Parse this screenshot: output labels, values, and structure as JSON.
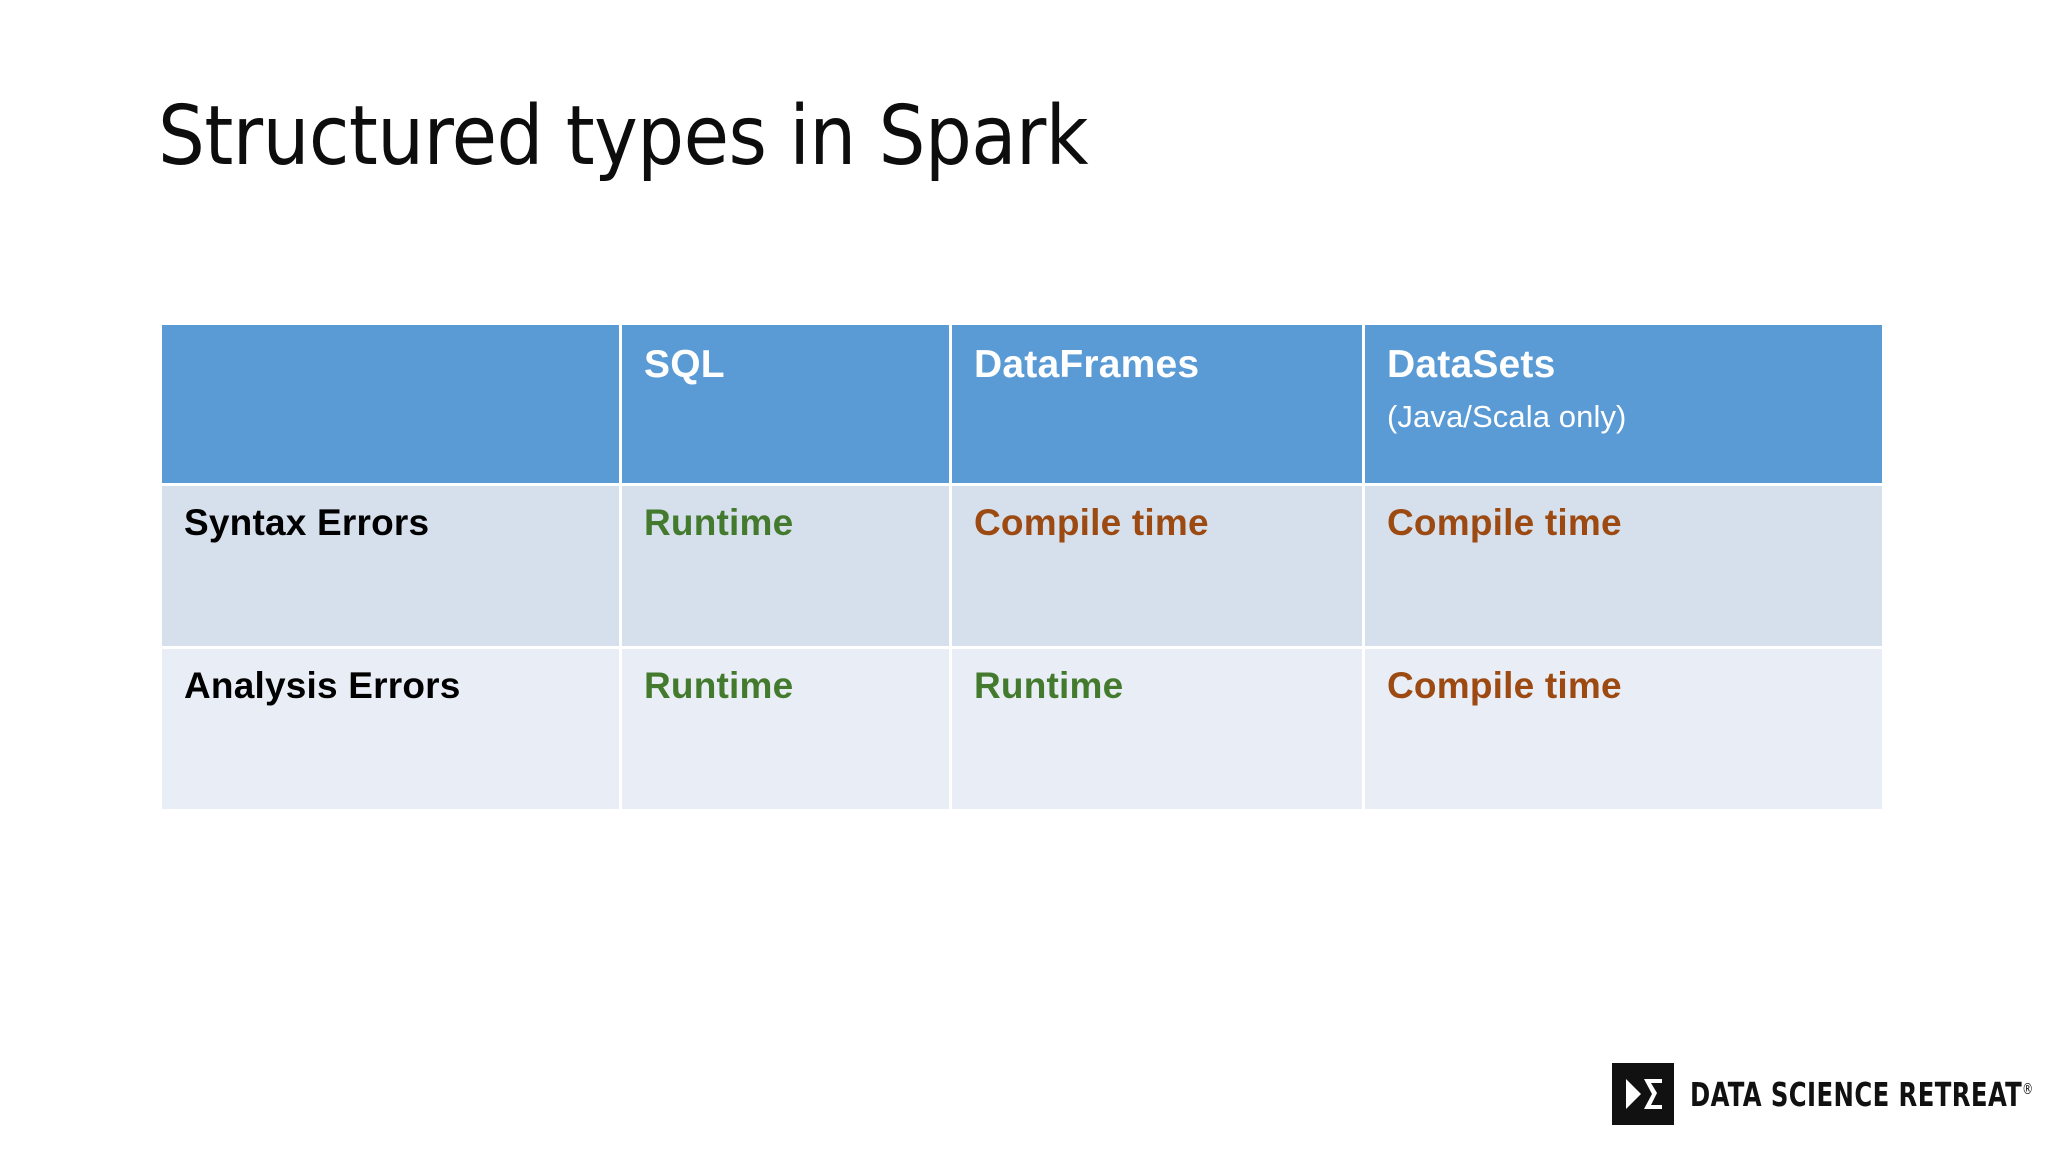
{
  "slide": {
    "title": "Structured types in Spark",
    "background_color": "#FFFFFF"
  },
  "table": {
    "header_bg": "#5B9BD5",
    "row_odd_bg": "#D6E0EC",
    "row_even_bg": "#E9EDF5",
    "columns": [
      {
        "title": "",
        "subtitle": ""
      },
      {
        "title": "SQL",
        "subtitle": ""
      },
      {
        "title": "DataFrames",
        "subtitle": ""
      },
      {
        "title": "DataSets",
        "subtitle": "(Java/Scala only)"
      }
    ],
    "rows": [
      {
        "label": "Syntax Errors",
        "cells": [
          {
            "text": "Runtime",
            "color": "#437A2E"
          },
          {
            "text": "Compile time",
            "color": "#9C4A12"
          },
          {
            "text": "Compile time",
            "color": "#9C4A12"
          }
        ]
      },
      {
        "label": "Analysis Errors",
        "cells": [
          {
            "text": "Runtime",
            "color": "#437A2E"
          },
          {
            "text": "Runtime",
            "color": "#437A2E"
          },
          {
            "text": "Compile time",
            "color": "#9C4A12"
          }
        ]
      }
    ]
  },
  "logo": {
    "name": "DATA SCIENCE RETREAT",
    "registered_mark": "®",
    "mark_color": "#111111"
  }
}
